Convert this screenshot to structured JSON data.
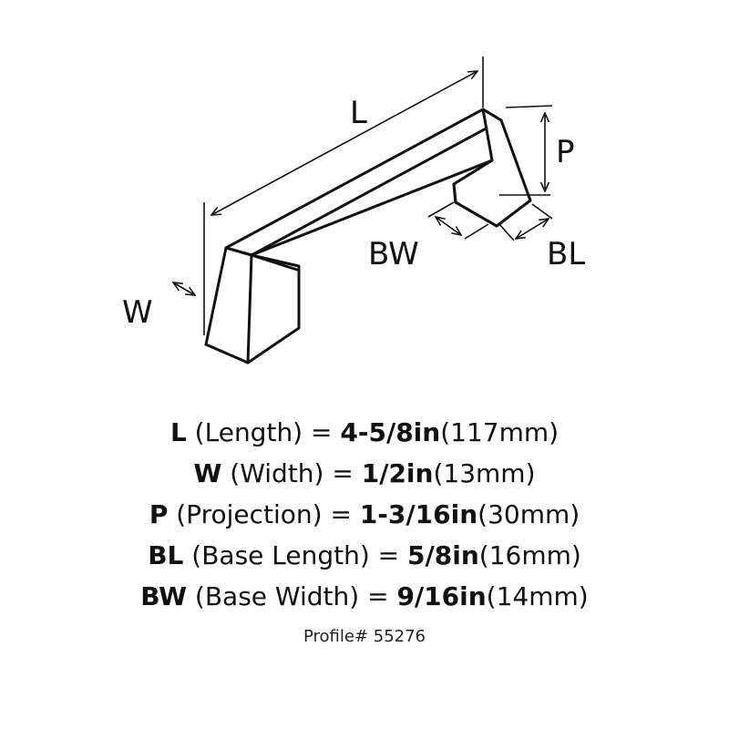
{
  "labels": {
    "L": "L",
    "W": "W",
    "P": "P",
    "BW": "BW",
    "BL": "BL"
  },
  "specs": [
    {
      "code": "L",
      "name": " (Length) = ",
      "imperial": "4-5/8in",
      "metric": "(117mm)"
    },
    {
      "code": "W",
      "name": " (Width) = ",
      "imperial": "1/2in",
      "metric": "(13mm)"
    },
    {
      "code": "P",
      "name": " (Projection) = ",
      "imperial": "1-3/16in",
      "metric": "(30mm)"
    },
    {
      "code": "BL",
      "name": " (Base Length) = ",
      "imperial": "5/8in",
      "metric": "(16mm)"
    },
    {
      "code": "BW",
      "name": " (Base Width) = ",
      "imperial": "9/16in",
      "metric": "(14mm)"
    }
  ],
  "profile": "Profile# 55276"
}
